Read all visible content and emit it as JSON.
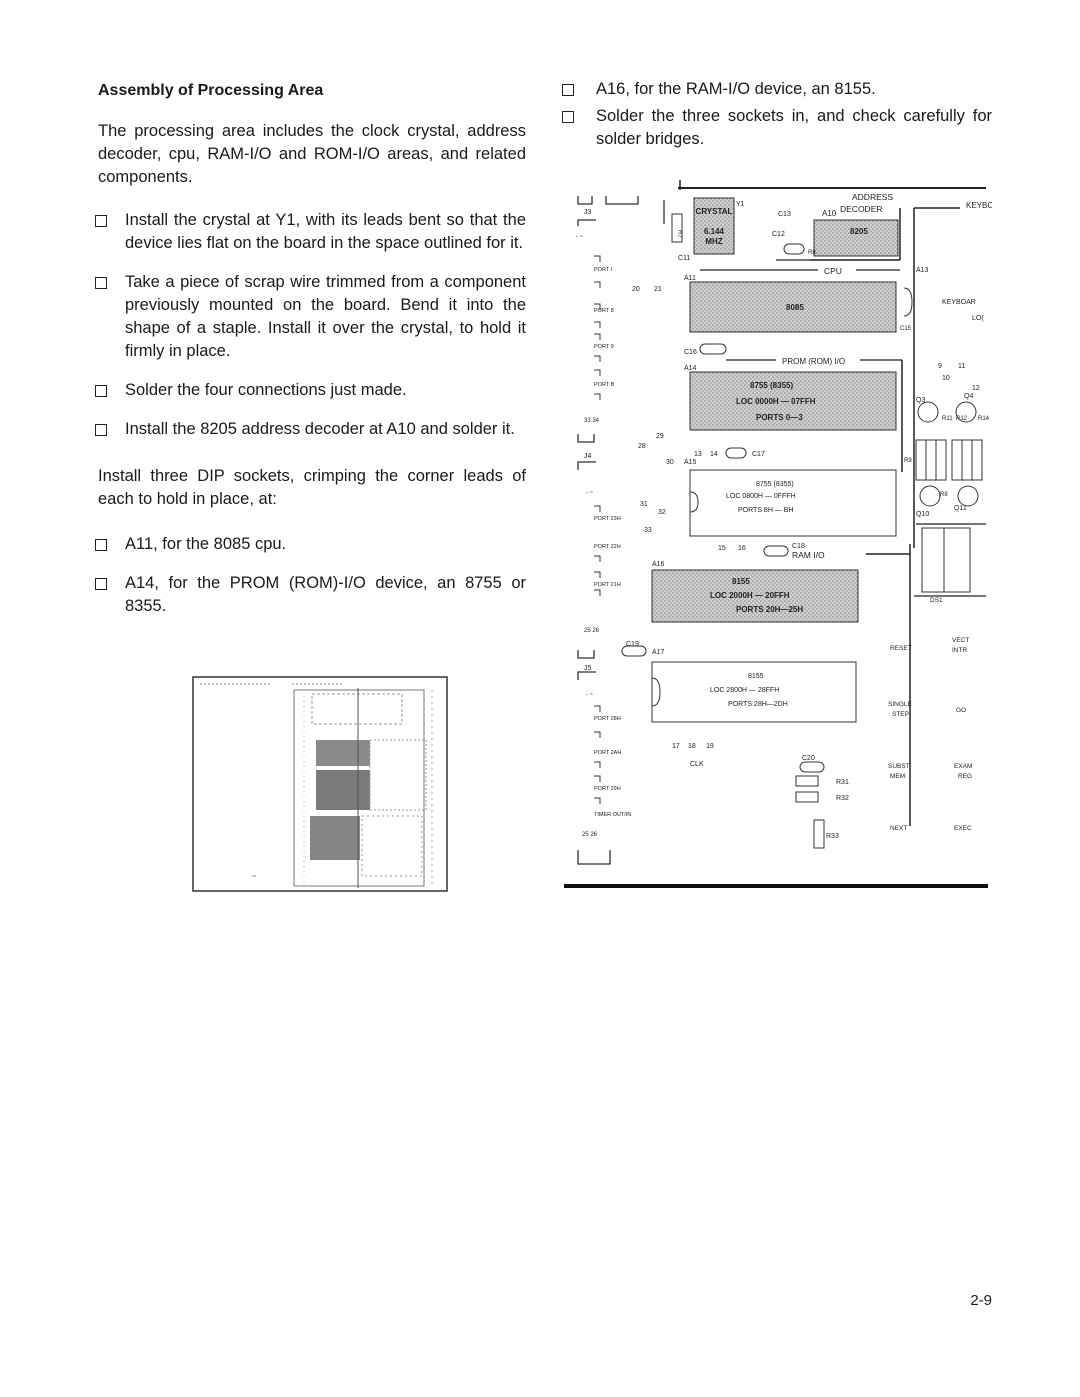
{
  "left_column": {
    "heading": "Assembly of Processing Area",
    "intro": "The processing area includes the clock crystal, address decoder, cpu, RAM-I/O and ROM-I/O areas, and related components.",
    "steps": [
      "Install the crystal at Y1, with its leads bent so that the device lies flat on the board in the space outlined for it.",
      "Take a piece of scrap wire trimmed from a component previously mounted on the board. Bend it into the shape of a staple. Install it over the crystal, to hold it firmly in place.",
      "Solder the four connections just made.",
      "Install the 8205 address decoder at A10 and solder it."
    ],
    "sockets_intro": "Install three DIP sockets, crimping the corner leads of each to hold in place, at:",
    "socket_steps": [
      "A11, for the 8085 cpu.",
      "A14, for the PROM (ROM)-I/O device, an 8755 or 8355."
    ]
  },
  "right_column": {
    "steps": [
      "A16, for the RAM-I/O device, an 8155.",
      "Solder the three sockets in, and check carefully for solder bridges."
    ]
  },
  "board_diagram": {
    "crystal": "CRYSTAL",
    "crystal_freq": "6.144",
    "crystal_unit": "MHZ",
    "y1": "Y1",
    "address_decoder_1": "ADDRESS",
    "address_decoder_2": "DECODER",
    "c13": "C13",
    "a10": "A10",
    "chip_8205": "8205",
    "c12": "C12",
    "r7": "R7",
    "r8": "R8",
    "c11": "C11",
    "cpu": "CPU",
    "a11": "A11",
    "chip_8085": "8085",
    "c16": "C16",
    "prom_label": "PROM (ROM) I/O",
    "a14": "A14",
    "chip_8755": "8755 (8355)",
    "loc_0000": "LOC 0000H — 07FFH",
    "ports_0_3": "PORTS 0—3",
    "n13": "13",
    "n14": "14",
    "c17": "C17",
    "a15": "A15",
    "a15_chip": "8755 (8355)",
    "loc_0800": "LOC 0800H — 0FFFH",
    "ports_8h": "PORTS 8H — BH",
    "n15": "15",
    "n16": "16",
    "c18": "C18",
    "ram_io": "RAM I/O",
    "a16": "A16",
    "chip_8155": "8155",
    "loc_2000": "LOC 2000H — 20FFH",
    "ports_20h": "PORTS 20H—25H",
    "c19": "C19",
    "a17": "A17",
    "a17_chip": "8155",
    "loc_2800": "LOC 2800H — 28FFH",
    "ports_28h": "PORTS 28H—2DH",
    "n17": "17",
    "n18": "18",
    "n19": "19",
    "clk": "CLK",
    "c20": "C20",
    "r31": "R31",
    "r32": "R32",
    "r33": "R33",
    "timer": "TIMER OUT/IN",
    "j3": "J3",
    "j4": "J4",
    "j5": "J5",
    "port_i": "PORT I",
    "port_8": "PORT 8",
    "port_9": "PORT 9",
    "port_b": "PORT B",
    "port_23h": "PORT 23H",
    "port_22h": "PORT 22H",
    "port_21h": "PORT 21H",
    "port_28h": "PORT 28H",
    "port_2ah": "PORT 2AH",
    "port_29h": "PORT 29H",
    "n20": "20",
    "n21": "21",
    "n28": "28",
    "n29": "29",
    "n30": "30",
    "n31": "31",
    "n32": "32",
    "n33": "33",
    "keybo": "KEYBO",
    "a13": "A13",
    "c15": "C15",
    "keyboar": "KEYBOAR",
    "loc_r": "LO(",
    "n9": "9",
    "n11": "11",
    "n10": "10",
    "n12": "12",
    "q3": "Q3",
    "q4": "Q4",
    "r11": "R11",
    "r12": "R12",
    "r14": "R14",
    "r9": "R9",
    "r8b": "R8",
    "q10": "Q10",
    "q11": "Q11",
    "ds1": "DS1",
    "reset": "RESET",
    "vect": "VECT",
    "intr": "INTR",
    "single": "SINGLE",
    "step": "STEP",
    "go": "GO",
    "subst": "SUBST",
    "mem": "MEM",
    "exam": "EXAM",
    "reg": "REG",
    "next": "NEXT",
    "exec": "EXEC"
  },
  "page_number": "2-9"
}
